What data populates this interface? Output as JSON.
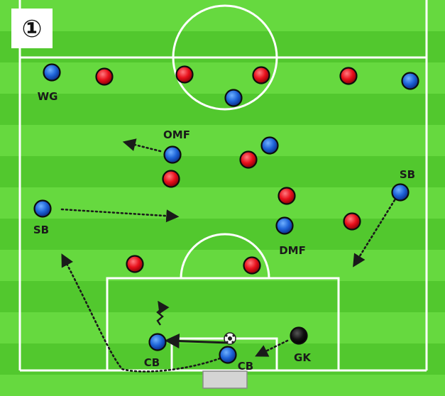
{
  "diagram": {
    "step_label": "①",
    "colors": {
      "stripe_light": "#66d93f",
      "stripe_dark": "#52c82e",
      "line": "#ffffff",
      "team_blue": "#1e64d8",
      "team_red": "#e8101c",
      "goalkeeper": "#111111",
      "arrow": "#1a1a1a"
    },
    "player_labels": {
      "wg": "WG",
      "omf": "OMF",
      "sb_left": "SB",
      "sb_right": "SB",
      "dmf": "DMF",
      "cb_left": "CB",
      "cb_right": "CB",
      "gk": "GK"
    }
  }
}
